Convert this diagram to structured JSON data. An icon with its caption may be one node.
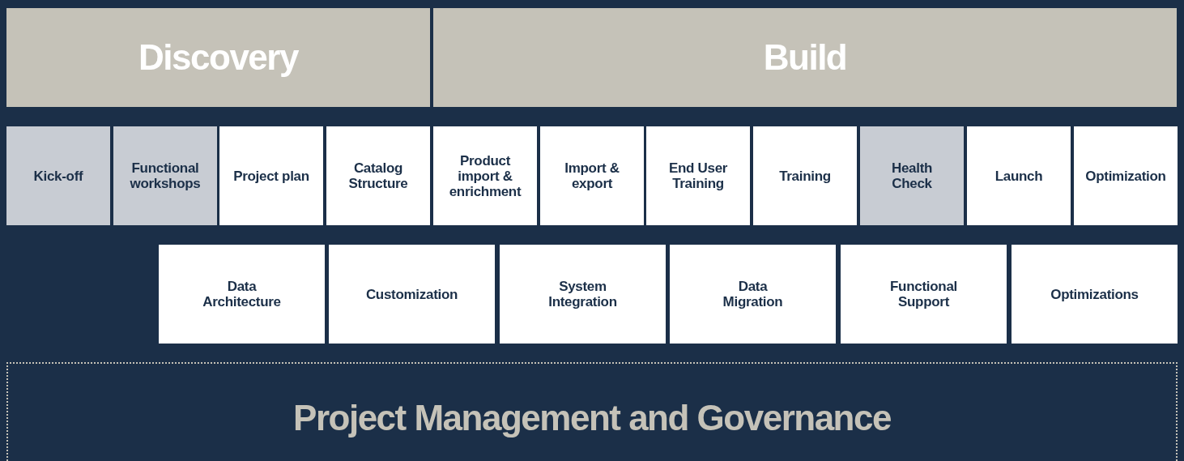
{
  "diagram": {
    "nodes": [
      {
        "text": [
          "Discovery"
        ]
      },
      {
        "text": [
          "Build"
        ]
      },
      {
        "text": [
          "Kick-off"
        ]
      },
      {
        "text": [
          "Functional workshops"
        ]
      },
      {
        "text": [
          "Project plan"
        ]
      },
      {
        "text": [
          "Catalog Structure"
        ]
      },
      {
        "text": [
          "Product import & enrichment"
        ]
      },
      {
        "text": [
          "Import & export"
        ]
      },
      {
        "text": [
          "End User Training"
        ]
      },
      {
        "text": [
          "Training"
        ]
      },
      {
        "text": [
          "Health Check"
        ]
      },
      {
        "text": [
          "Launch"
        ]
      },
      {
        "text": [
          "Optimization"
        ]
      },
      {
        "text": [
          "Data Architecture"
        ]
      },
      {
        "text": [
          "Customization"
        ]
      },
      {
        "text": [
          "System Integration"
        ]
      },
      {
        "text": [
          "Data Migration"
        ]
      },
      {
        "text": [
          "Functional Support"
        ]
      },
      {
        "text": [
          "Optimizations"
        ]
      },
      {
        "text": [
          "Project Management and Governance"
        ]
      }
    ]
  }
}
